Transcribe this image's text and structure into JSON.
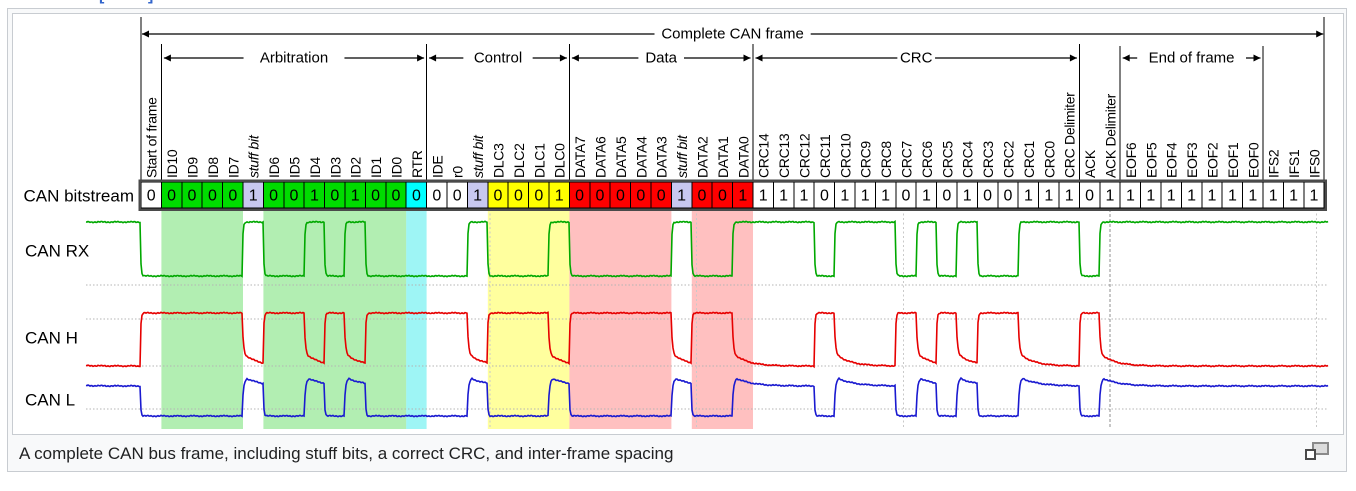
{
  "top_fragment": {
    "left": "[",
    "right": "]"
  },
  "figure": {
    "caption": "A complete CAN bus frame, including stuff bits, a correct CRC, and inter-frame spacing",
    "magnify_icon": "enlarge-icon"
  },
  "diagram": {
    "title": "Complete CAN frame",
    "row_labels": {
      "bitstream": "CAN bitstream",
      "rx": "CAN RX",
      "h": "CAN H",
      "l": "CAN L"
    },
    "sections": [
      {
        "label": "Arbitration",
        "start": 1,
        "end": 14
      },
      {
        "label": "Control",
        "start": 14,
        "end": 21
      },
      {
        "label": "Data",
        "start": 21,
        "end": 30
      },
      {
        "label": "CRC",
        "start": 30,
        "end": 46
      },
      {
        "label": "End of frame",
        "start": 48,
        "end": 55
      }
    ],
    "bits": [
      {
        "label": "Start of frame",
        "value": "0",
        "color": "white"
      },
      {
        "label": "ID10",
        "value": "0",
        "color": "green"
      },
      {
        "label": "ID9",
        "value": "0",
        "color": "green"
      },
      {
        "label": "ID8",
        "value": "0",
        "color": "green"
      },
      {
        "label": "ID7",
        "value": "0",
        "color": "green"
      },
      {
        "label": "stuff bit",
        "value": "1",
        "color": "stuff",
        "italic": true
      },
      {
        "label": "ID6",
        "value": "0",
        "color": "green"
      },
      {
        "label": "ID5",
        "value": "0",
        "color": "green"
      },
      {
        "label": "ID4",
        "value": "1",
        "color": "green"
      },
      {
        "label": "ID3",
        "value": "0",
        "color": "green"
      },
      {
        "label": "ID2",
        "value": "1",
        "color": "green"
      },
      {
        "label": "ID1",
        "value": "0",
        "color": "green"
      },
      {
        "label": "ID0",
        "value": "0",
        "color": "green"
      },
      {
        "label": "RTR",
        "value": "0",
        "color": "cyan"
      },
      {
        "label": "IDE",
        "value": "0",
        "color": "white"
      },
      {
        "label": "r0",
        "value": "0",
        "color": "white"
      },
      {
        "label": "stuff bit",
        "value": "1",
        "color": "stuff",
        "italic": true
      },
      {
        "label": "DLC3",
        "value": "0",
        "color": "yellow"
      },
      {
        "label": "DLC2",
        "value": "0",
        "color": "yellow"
      },
      {
        "label": "DLC1",
        "value": "0",
        "color": "yellow"
      },
      {
        "label": "DLC0",
        "value": "1",
        "color": "yellow"
      },
      {
        "label": "DATA7",
        "value": "0",
        "color": "red"
      },
      {
        "label": "DATA6",
        "value": "0",
        "color": "red"
      },
      {
        "label": "DATA5",
        "value": "0",
        "color": "red"
      },
      {
        "label": "DATA4",
        "value": "0",
        "color": "red"
      },
      {
        "label": "DATA3",
        "value": "0",
        "color": "red"
      },
      {
        "label": "stuff bit",
        "value": "1",
        "color": "stuff",
        "italic": true
      },
      {
        "label": "DATA2",
        "value": "0",
        "color": "red"
      },
      {
        "label": "DATA1",
        "value": "0",
        "color": "red"
      },
      {
        "label": "DATA0",
        "value": "1",
        "color": "red"
      },
      {
        "label": "CRC14",
        "value": "1",
        "color": "white"
      },
      {
        "label": "CRC13",
        "value": "1",
        "color": "white"
      },
      {
        "label": "CRC12",
        "value": "1",
        "color": "white"
      },
      {
        "label": "CRC11",
        "value": "0",
        "color": "white"
      },
      {
        "label": "CRC10",
        "value": "1",
        "color": "white"
      },
      {
        "label": "CRC9",
        "value": "1",
        "color": "white"
      },
      {
        "label": "CRC8",
        "value": "1",
        "color": "white"
      },
      {
        "label": "CRC7",
        "value": "0",
        "color": "white"
      },
      {
        "label": "CRC6",
        "value": "1",
        "color": "white"
      },
      {
        "label": "CRC5",
        "value": "0",
        "color": "white"
      },
      {
        "label": "CRC4",
        "value": "1",
        "color": "white"
      },
      {
        "label": "CRC3",
        "value": "0",
        "color": "white"
      },
      {
        "label": "CRC2",
        "value": "0",
        "color": "white"
      },
      {
        "label": "CRC1",
        "value": "1",
        "color": "white"
      },
      {
        "label": "CRC0",
        "value": "1",
        "color": "white"
      },
      {
        "label": "CRC Delimiter",
        "value": "1",
        "color": "white"
      },
      {
        "label": "ACK",
        "value": "0",
        "color": "white"
      },
      {
        "label": "ACK Delimiter",
        "value": "1",
        "color": "white"
      },
      {
        "label": "EOF6",
        "value": "1",
        "color": "white"
      },
      {
        "label": "EOF5",
        "value": "1",
        "color": "white"
      },
      {
        "label": "EOF4",
        "value": "1",
        "color": "white"
      },
      {
        "label": "EOF3",
        "value": "1",
        "color": "white"
      },
      {
        "label": "EOF2",
        "value": "1",
        "color": "white"
      },
      {
        "label": "EOF1",
        "value": "1",
        "color": "white"
      },
      {
        "label": "EOF0",
        "value": "1",
        "color": "white"
      },
      {
        "label": "IFS2",
        "value": "1",
        "color": "white"
      },
      {
        "label": "IFS1",
        "value": "1",
        "color": "white"
      },
      {
        "label": "IFS0",
        "value": "1",
        "color": "white"
      }
    ],
    "colors": {
      "cell": {
        "white": "#ffffff",
        "green": "#00dc00",
        "stuff": "#c8c8f0",
        "cyan": "#00ffff",
        "yellow": "#ffff00",
        "red": "#ff0000"
      },
      "band": {
        "green": "rgba(0,200,0,0.30)",
        "cyan": "rgba(0,230,230,0.38)",
        "yellow": "rgba(255,255,0,0.38)",
        "red": "rgba(255,30,30,0.28)"
      },
      "waveform": {
        "rx": "#00a800",
        "h": "#e60000",
        "l": "#1a1ad0"
      }
    }
  }
}
